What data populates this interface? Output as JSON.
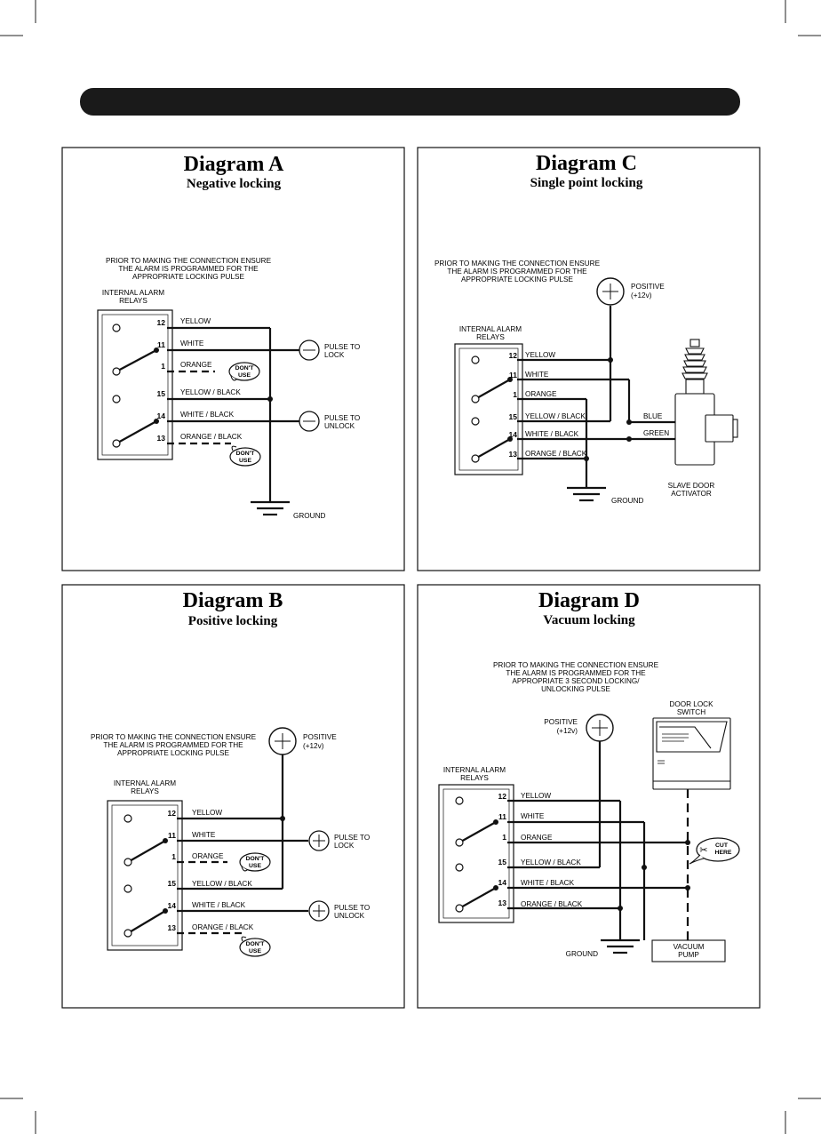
{
  "diagrams": {
    "a": {
      "title": "Diagram A",
      "subtitle": "Negative locking",
      "note": [
        "PRIOR TO MAKING THE CONNECTION ENSURE",
        "THE ALARM IS PROGRAMMED FOR THE",
        "APPROPRIATE LOCKING PULSE"
      ],
      "relays_label": [
        "INTERNAL ALARM",
        "RELAYS"
      ],
      "wires": [
        {
          "pin": "12",
          "color": "YELLOW"
        },
        {
          "pin": "11",
          "color": "WHITE"
        },
        {
          "pin": "1",
          "color": "ORANGE"
        },
        {
          "pin": "15",
          "color": "YELLOW / BLACK"
        },
        {
          "pin": "14",
          "color": "WHITE / BLACK"
        },
        {
          "pin": "13",
          "color": "ORANGE / BLACK"
        }
      ],
      "dont_use": [
        "DON'T",
        "USE"
      ],
      "pulse_lock": [
        "PULSE TO",
        "LOCK"
      ],
      "pulse_unlock": [
        "PULSE TO",
        "UNLOCK"
      ],
      "ground": "GROUND"
    },
    "b": {
      "title": "Diagram B",
      "subtitle": "Positive locking",
      "note": [
        "PRIOR TO MAKING THE CONNECTION ENSURE",
        "THE ALARM IS PROGRAMMED FOR THE",
        "APPROPRIATE LOCKING PULSE"
      ],
      "relays_label": [
        "INTERNAL ALARM",
        "RELAYS"
      ],
      "wires": [
        {
          "pin": "12",
          "color": "YELLOW"
        },
        {
          "pin": "11",
          "color": "WHITE"
        },
        {
          "pin": "1",
          "color": "ORANGE"
        },
        {
          "pin": "15",
          "color": "YELLOW / BLACK"
        },
        {
          "pin": "14",
          "color": "WHITE / BLACK"
        },
        {
          "pin": "13",
          "color": "ORANGE / BLACK"
        }
      ],
      "dont_use": [
        "DON'T",
        "USE"
      ],
      "positive": [
        "POSITIVE",
        "(+12v)"
      ],
      "pulse_lock": [
        "PULSE TO",
        "LOCK"
      ],
      "pulse_unlock": [
        "PULSE TO",
        "UNLOCK"
      ]
    },
    "c": {
      "title": "Diagram C",
      "subtitle": "Single point locking",
      "note": [
        "PRIOR TO MAKING THE CONNECTION ENSURE",
        "THE ALARM IS PROGRAMMED FOR THE",
        "APPROPRIATE LOCKING PULSE"
      ],
      "relays_label": [
        "INTERNAL ALARM",
        "RELAYS"
      ],
      "wires": [
        {
          "pin": "12",
          "color": "YELLOW"
        },
        {
          "pin": "11",
          "color": "WHITE"
        },
        {
          "pin": "1",
          "color": "ORANGE"
        },
        {
          "pin": "15",
          "color": "YELLOW / BLACK"
        },
        {
          "pin": "14",
          "color": "WHITE / BLACK"
        },
        {
          "pin": "13",
          "color": "ORANGE / BLACK"
        }
      ],
      "positive": [
        "POSITIVE",
        "(+12v)"
      ],
      "blue": "BLUE",
      "green": "GREEN",
      "activator": [
        "SLAVE DOOR",
        "ACTIVATOR"
      ],
      "ground": "GROUND"
    },
    "d": {
      "title": "Diagram D",
      "subtitle": "Vacuum locking",
      "note": [
        "PRIOR TO MAKING THE CONNECTION ENSURE",
        "THE ALARM IS PROGRAMMED FOR THE",
        "APPROPRIATE 3 SECOND LOCKING/",
        "UNLOCKING PULSE"
      ],
      "relays_label": [
        "INTERNAL ALARM",
        "RELAYS"
      ],
      "wires": [
        {
          "pin": "12",
          "color": "YELLOW"
        },
        {
          "pin": "11",
          "color": "WHITE"
        },
        {
          "pin": "1",
          "color": "ORANGE"
        },
        {
          "pin": "15",
          "color": "YELLOW / BLACK"
        },
        {
          "pin": "14",
          "color": "WHITE / BLACK"
        },
        {
          "pin": "13",
          "color": "ORANGE / BLACK"
        }
      ],
      "positive": [
        "POSITIVE",
        "(+12v)"
      ],
      "switch": [
        "DOOR LOCK",
        "SWITCH"
      ],
      "cut_here": [
        "CUT",
        "HERE"
      ],
      "pump": [
        "VACUUM",
        "PUMP"
      ],
      "ground": "GROUND"
    }
  },
  "colors": {
    "ink": "#111111",
    "banner": "#1a1a1a",
    "paper": "#ffffff"
  }
}
